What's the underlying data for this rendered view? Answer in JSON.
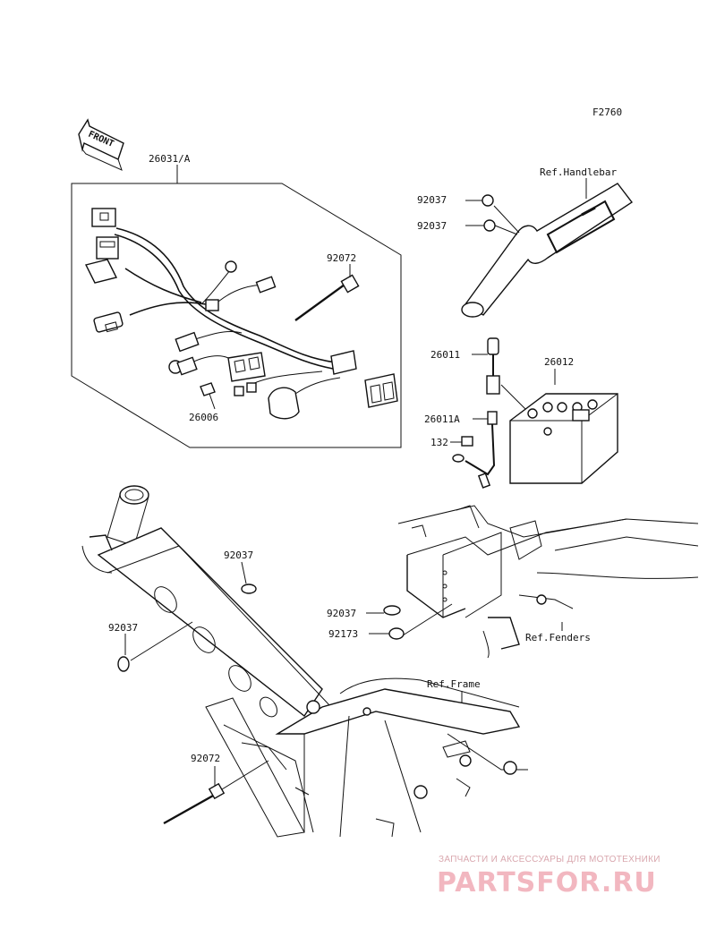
{
  "figure_code": "F2760",
  "front_arrow_text": "FRONT",
  "callouts": {
    "harness": "26031/A",
    "harness_clamp": "92072",
    "connector_cap": "26006",
    "ref_handlebar": "Ref.Handlebar",
    "clamp_top_1": "92037",
    "clamp_top_2": "92037",
    "lead_positive": "26011",
    "battery": "26012",
    "lead_negative": "26011A",
    "bolt": "132",
    "clamp_frame_1": "92037",
    "clamp_frame_2": "92037",
    "clamp_fender_1": "92037",
    "clamp_fender_2": "92173",
    "ref_fenders": "Ref.Fenders",
    "ref_frame": "Ref.Frame",
    "frame_band": "92072"
  },
  "watermark": {
    "top_text": "ЗАПЧАСТИ И АКСЕССУАРЫ ДЛЯ МОТОТЕХНИКИ",
    "brand_text": "PARTSFOR.RU"
  }
}
